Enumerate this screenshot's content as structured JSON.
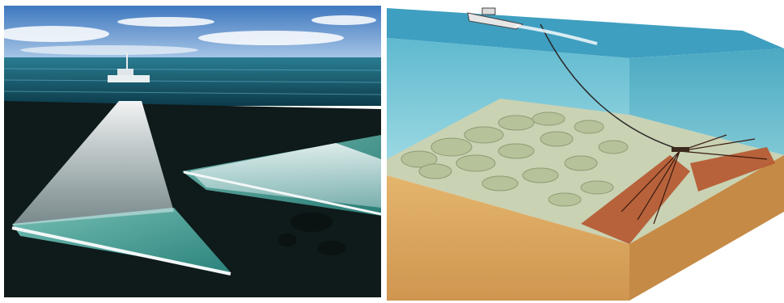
{
  "panels": [
    {
      "id": "left",
      "depiction": "multibeam-sonar-sea-scene"
    },
    {
      "id": "right",
      "depiction": "side-scan-sonar-seabed-diagram"
    }
  ],
  "colors": {
    "sky": "#4f86c6",
    "sea_surface": "#16647a",
    "seafloor_dark": "#0e1a1a",
    "beam_white": "#e6eef0",
    "swath_teal": "#4fb3a8",
    "water_block": "#7cc9d9",
    "sediment": "#d9a75f",
    "boulders": "#b9c7a5",
    "scan_red": "#b5552e"
  }
}
